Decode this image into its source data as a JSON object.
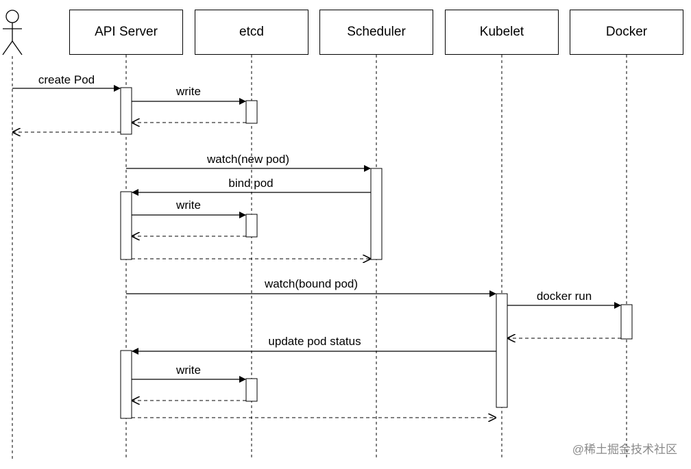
{
  "participants": [
    "API Server",
    "etcd",
    "Scheduler",
    "Kubelet",
    "Docker"
  ],
  "messages": {
    "create_pod": "create Pod",
    "write_1": "write",
    "watch_new_pod": "watch(new pod)",
    "bind_pod": "bind pod",
    "write_2": "write",
    "watch_bound_pod": "watch(bound pod)",
    "docker_run": "docker run",
    "update_pod_status": "update pod status",
    "write_3": "write"
  },
  "watermark": "@稀土掘金技术社区",
  "colors": {
    "line": "#000000",
    "background": "#ffffff",
    "watermark": "#8a8a8a"
  }
}
